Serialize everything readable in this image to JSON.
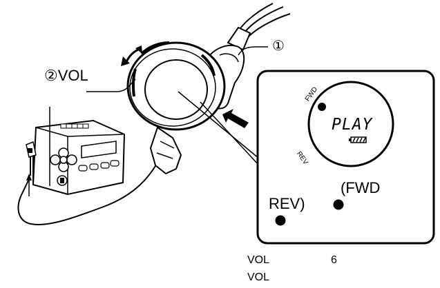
{
  "labels": {
    "step1": "①",
    "step2_vol": "②VOL",
    "fwd_small": "FWD",
    "rev_small": "REV",
    "fwd_big": "(FWD",
    "rev_big": "REV)"
  },
  "lcd": {
    "text": "PLAY"
  },
  "caption": {
    "line1_left": "VOL",
    "line1_right": "6",
    "line2": "VOL"
  },
  "colors": {
    "ink": "#000000",
    "background": "#ffffff"
  }
}
